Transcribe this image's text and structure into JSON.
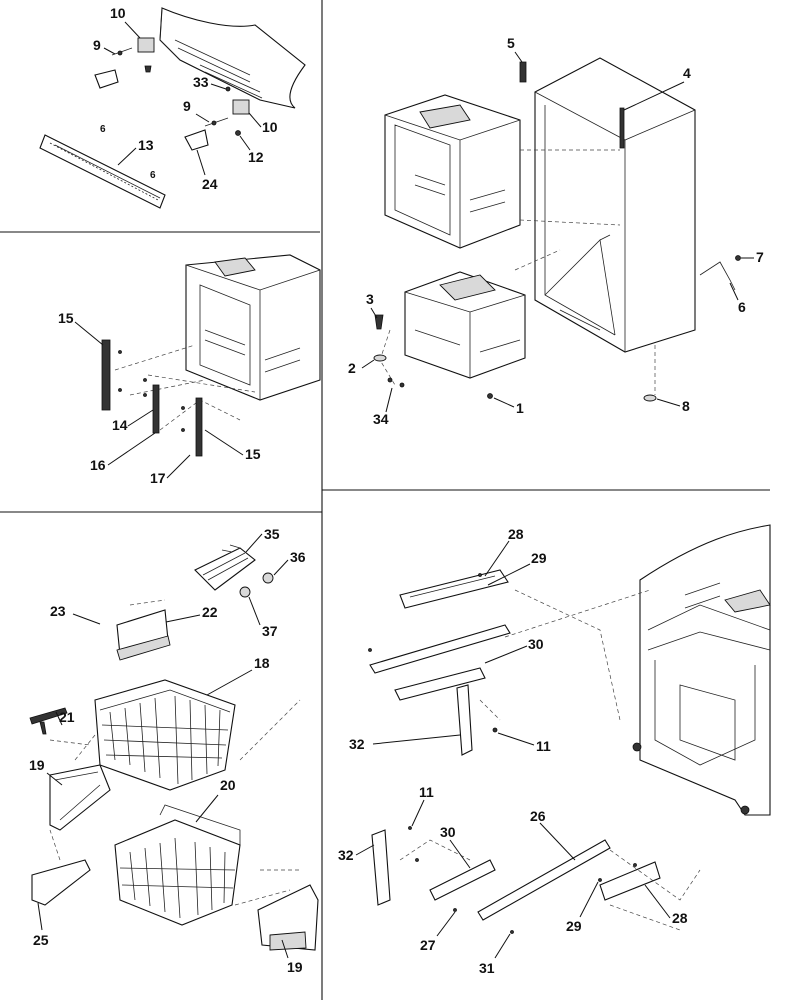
{
  "callouts": {
    "c1": "1",
    "c2": "2",
    "c3": "3",
    "c4": "4",
    "c5": "5",
    "c6": "6",
    "c7": "7",
    "c8": "8",
    "c9a": "9",
    "c9b": "9",
    "c10a": "10",
    "c10b": "10",
    "c11a": "11",
    "c11b": "11",
    "c12": "12",
    "c13": "13",
    "c14": "14",
    "c15a": "15",
    "c15b": "15",
    "c16": "16",
    "c17": "17",
    "c18": "18",
    "c19a": "19",
    "c19b": "19",
    "c20": "20",
    "c21": "21",
    "c22": "22",
    "c23": "23",
    "c24": "24",
    "c25": "25",
    "c26": "26",
    "c27": "27",
    "c28a": "28",
    "c28b": "28",
    "c29a": "29",
    "c29b": "29",
    "c30a": "30",
    "c30b": "30",
    "c31": "31",
    "c32a": "32",
    "c32b": "32",
    "c33": "33",
    "c34": "34",
    "c35": "35",
    "c36": "36",
    "c37": "37"
  },
  "colors": {
    "line": "#111111",
    "fill": "#ffffff",
    "shade": "#d9d9d9"
  }
}
